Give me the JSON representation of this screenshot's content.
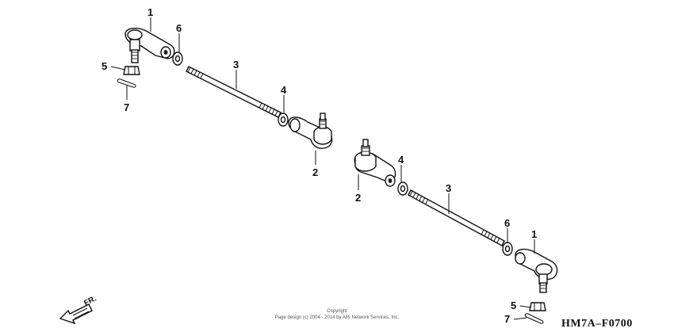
{
  "diagram": {
    "callouts": {
      "tie_rod_end_left_top": "1",
      "tie_rod_end_right_bottom": "1",
      "ball_joint_left": "2",
      "ball_joint_right": "2",
      "rod_left": "3",
      "rod_right": "3",
      "nut_left": "4",
      "nut_right": "4",
      "castle_nut_left": "5",
      "castle_nut_right": "5",
      "lock_nut_left": "6",
      "lock_nut_right": "6",
      "cotter_pin_left": "7",
      "cotter_pin_right": "7"
    },
    "direction_label": "FR.",
    "diagram_code": "HM7A–F0700",
    "copyright_line1": "Copyright",
    "copyright_line2": "Page design (c) 2004 - 2014 by ARI Network Services, Inc."
  }
}
